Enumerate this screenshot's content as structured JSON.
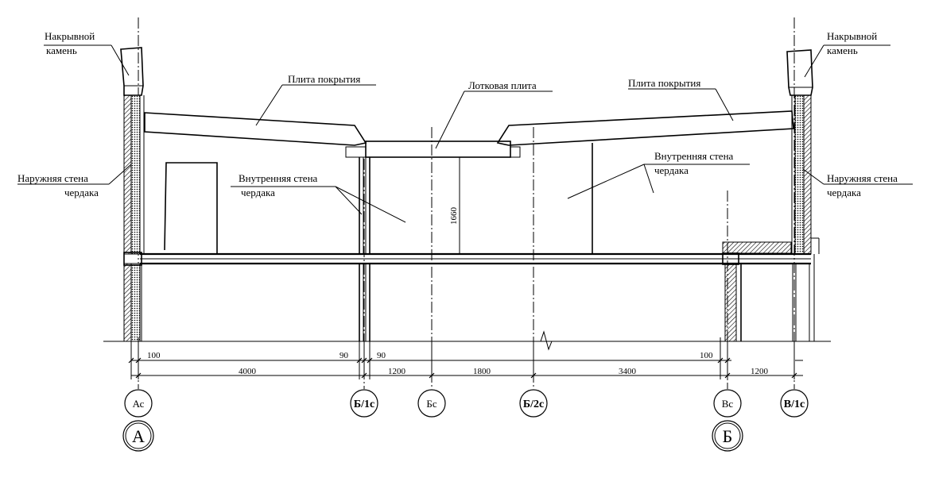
{
  "labels": {
    "cap_stone_left_1": "Накрывной",
    "cap_stone_left_2": "камень",
    "cap_stone_right_1": "Накрывной",
    "cap_stone_right_2": "камень",
    "roof_slab_left": "Плита покрытия",
    "roof_slab_right": "Плита покрытия",
    "tray_slab": "Лотковая плита",
    "ext_wall_left_1": "Наружняя стена",
    "ext_wall_left_2": "чердака",
    "ext_wall_right_1": "Наружняя стена",
    "ext_wall_right_2": "чердака",
    "int_wall_left_1": "Внутренняя стена",
    "int_wall_left_2": "чердака",
    "int_wall_right_1": "Внутренняя стена",
    "int_wall_right_2": "чердака",
    "height": "1660"
  },
  "dimensions": {
    "d_100_left": "100",
    "d_4000": "4000",
    "d_90_left": "90",
    "d_90_right": "90",
    "d_1200_left": "1200",
    "d_1800": "1800",
    "d_3400": "3400",
    "d_100_right": "100",
    "d_1200_right": "1200"
  },
  "axes": {
    "ac": "Ас",
    "b1c": "Б/1с",
    "bc": "Бс",
    "b2c": "Б/2с",
    "vc": "Вс",
    "v1c": "В/1с",
    "a": "А",
    "b": "Б"
  }
}
